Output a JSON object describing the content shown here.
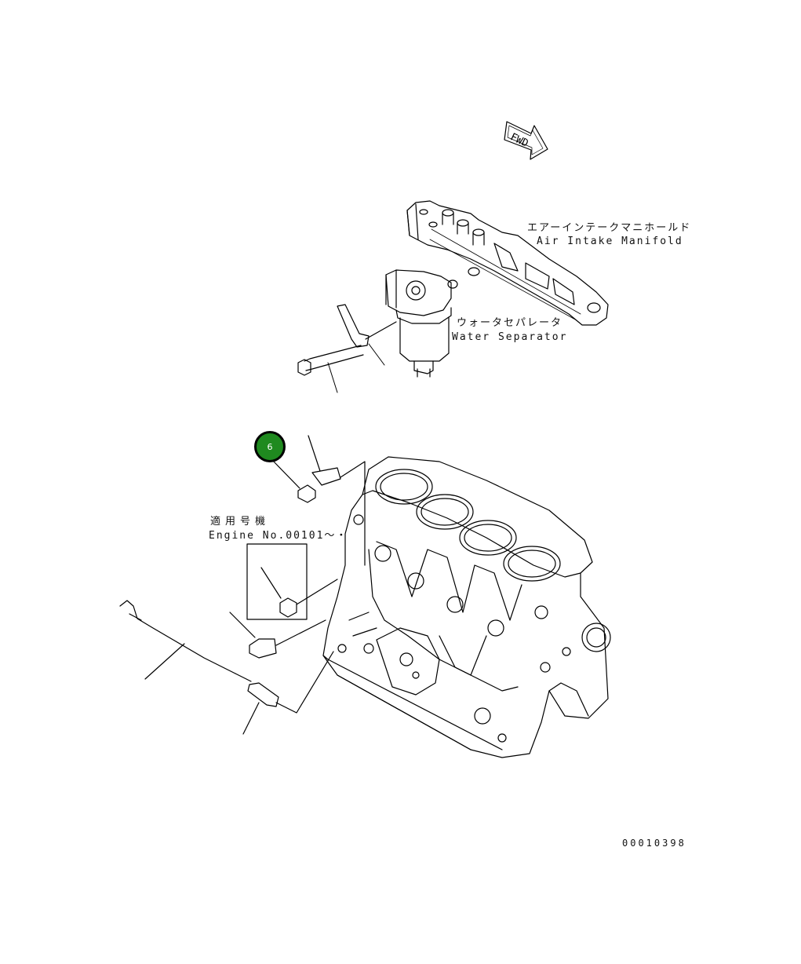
{
  "fwd_label": "FWD",
  "parts": {
    "air_intake_manifold": {
      "jp": "エアーインテークマニホールド",
      "en": "Air Intake Manifold"
    },
    "water_separator": {
      "jp": "ウォータセパレータ",
      "en": "Water Separator"
    }
  },
  "applicability": {
    "jp": "適用号機",
    "en": "Engine No.00101〜・"
  },
  "callout_badge": "6",
  "drawing_number": "00010398",
  "colors": {
    "badge_fill": "#1f8a1f",
    "line": "#000000"
  }
}
